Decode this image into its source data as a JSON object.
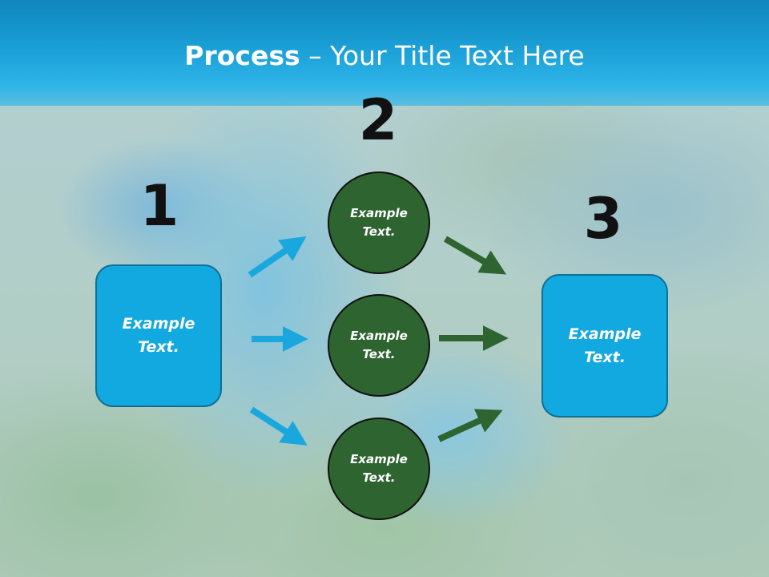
{
  "title": {
    "bold": "Process",
    "dash": " – ",
    "rest": "Your Title Text Here"
  },
  "steps": {
    "one": "1",
    "two": "2",
    "three": "3"
  },
  "left_box": {
    "text": "Example Text."
  },
  "right_box": {
    "text": "Example Text."
  },
  "circles": [
    {
      "text": "Example Text."
    },
    {
      "text": "Example Text."
    },
    {
      "text": "Example Text."
    }
  ],
  "colors": {
    "title_band": "#1a9fd6",
    "box_fill": "#12a8e0",
    "circle_fill": "#2d6430",
    "arrow_blue": "#1aa7de",
    "arrow_green": "#2d6430",
    "number_text": "#111111"
  }
}
